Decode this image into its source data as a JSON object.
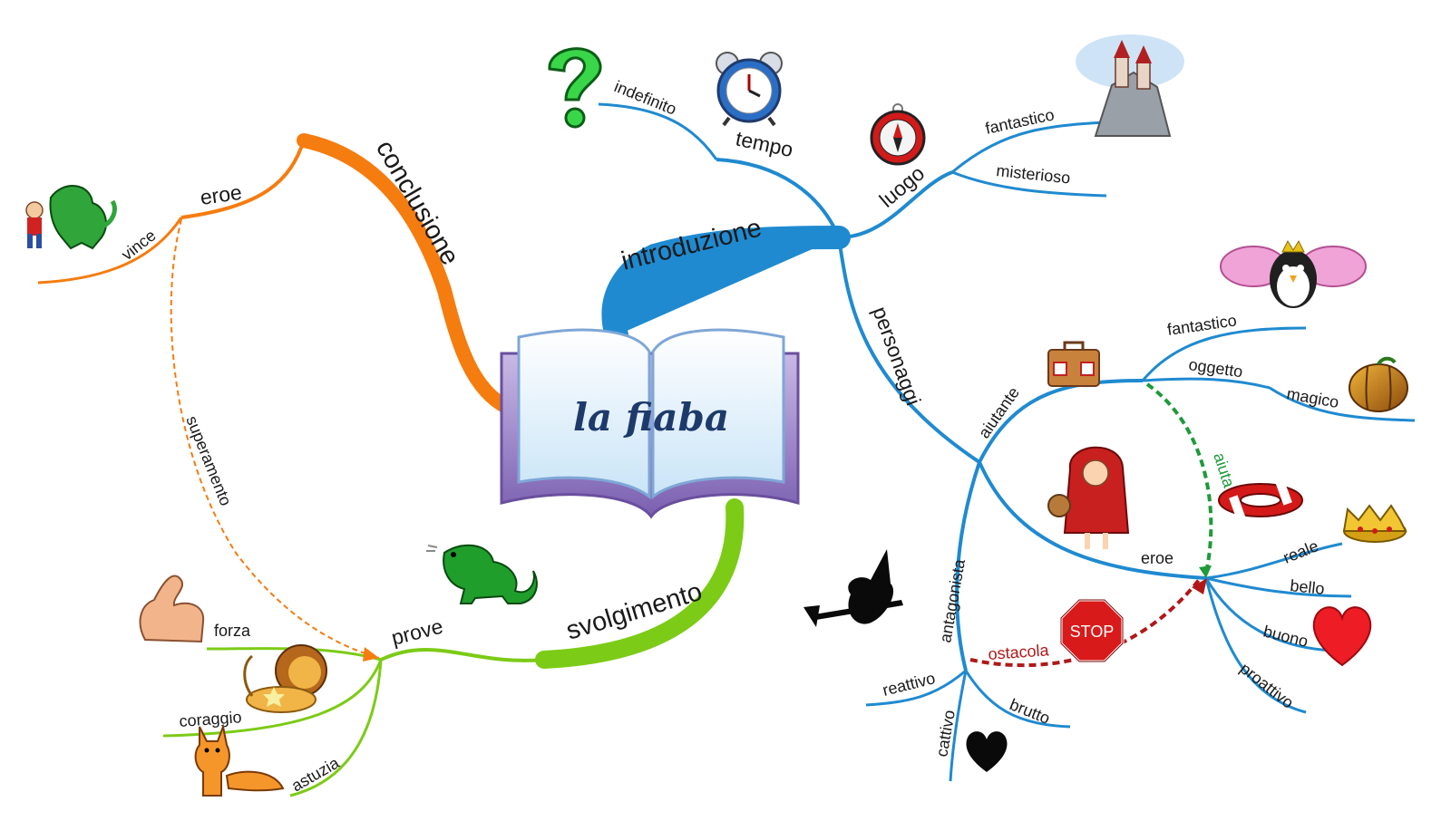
{
  "center": {
    "title": "la fiaba"
  },
  "branches": {
    "introduzione": {
      "label": "introduzione",
      "tempo": {
        "label": "tempo",
        "children": [
          "indefinito"
        ]
      },
      "luogo": {
        "label": "luogo",
        "children": [
          "fantastico",
          "misterioso"
        ]
      },
      "personaggi": {
        "label": "personaggi",
        "aiutante": {
          "label": "aiutante",
          "children": [
            "fantastico",
            "oggetto",
            "magico"
          ]
        },
        "eroe": {
          "label": "eroe",
          "children": [
            "reale",
            "bello",
            "buono",
            "proattivo"
          ]
        },
        "antagonista": {
          "label": "antagonista",
          "children": [
            "reattivo",
            "cattivo",
            "brutto"
          ]
        },
        "relations": {
          "aiuta": "aiuta",
          "ostacola": "ostacola",
          "stop_sign": "STOP"
        }
      }
    },
    "svolgimento": {
      "label": "svolgimento",
      "prove": {
        "label": "prove",
        "children": [
          "forza",
          "coraggio",
          "astuzia"
        ]
      }
    },
    "conclusione": {
      "label": "conclusione",
      "eroe": {
        "label": "eroe",
        "children": [
          "vince"
        ]
      },
      "relations": {
        "superamento": "superamento"
      }
    }
  },
  "colors": {
    "introduzione": "#1f8ad0",
    "svolgimento": "#7ccb16",
    "conclusione": "#f57c0f",
    "aiuta": "#1e9a3a",
    "ostacola": "#b01818"
  },
  "icons": [
    "question-mark-icon",
    "alarm-clock-icon",
    "compass-icon",
    "castle-icon",
    "fairy-penguin-icon",
    "briefcase-icon",
    "pumpkin-icon",
    "life-ring-icon",
    "red-riding-hood-icon",
    "crown-icon",
    "heart-icon",
    "black-heart-icon",
    "stop-sign-icon",
    "witch-icon",
    "dragon-icon",
    "knight-dragon-icon",
    "muscle-arm-icon",
    "lion-icon",
    "fox-icon",
    "open-book-icon"
  ]
}
